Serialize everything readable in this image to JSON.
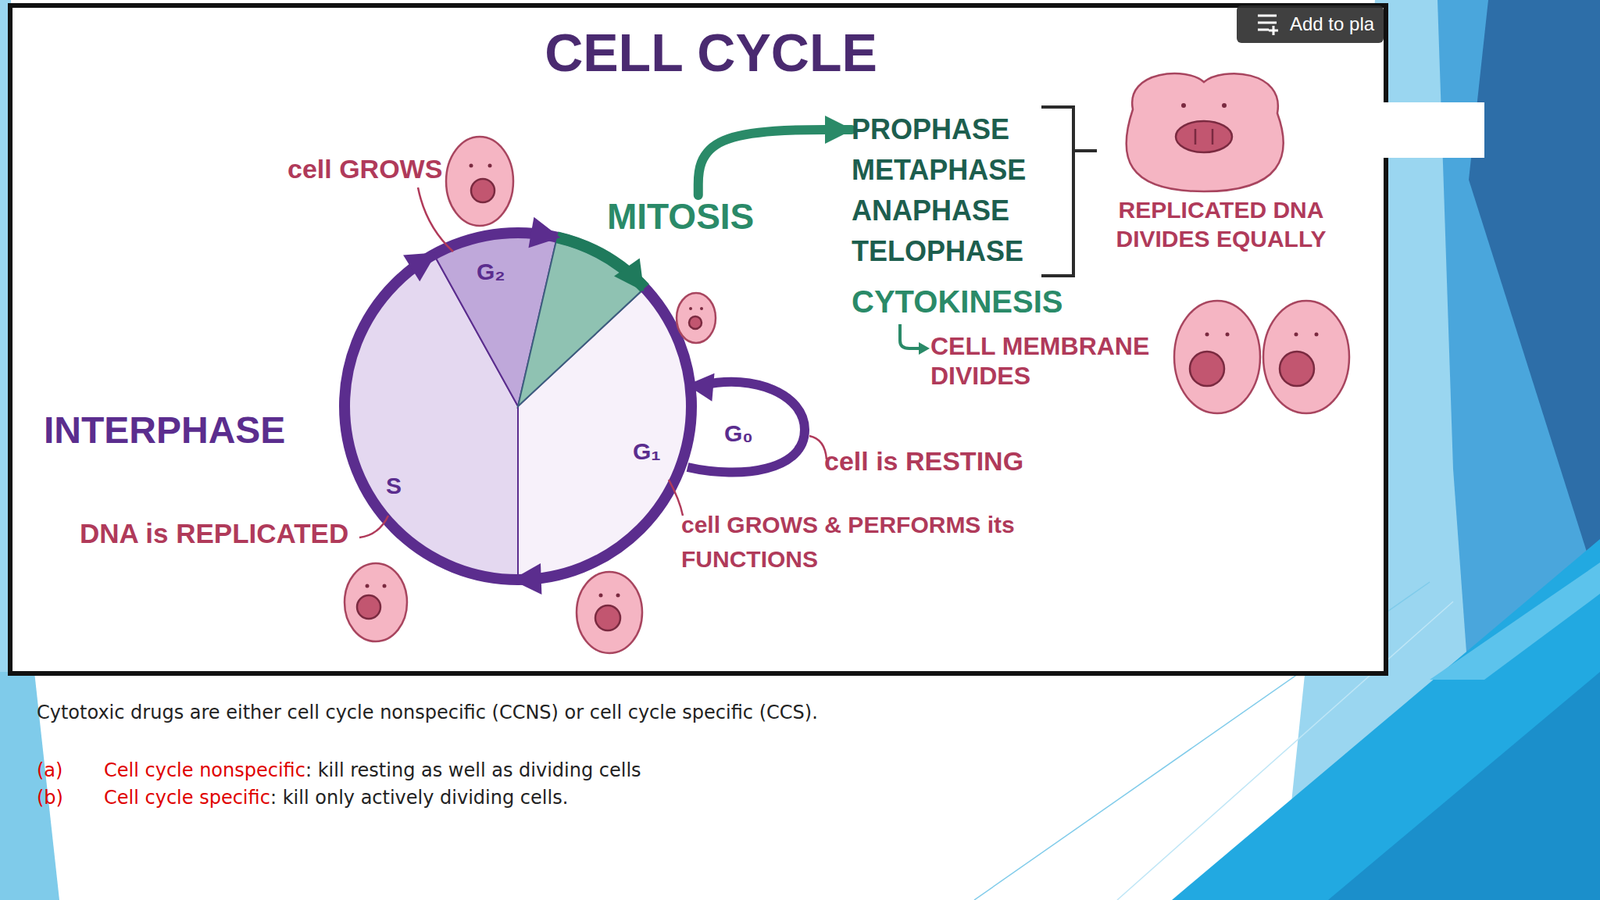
{
  "diagram": {
    "title": "CELL CYCLE",
    "nodes": [
      {
        "text": [
          "MITOSIS"
        ]
      },
      {
        "text": [
          "PROPHASE METAPHASE ANAPHASE TELOPHASE"
        ]
      }
    ],
    "edges": [
      {
        "from": 0,
        "to": 1,
        "arrow": "to"
      }
    ],
    "labels": [
      "Add to pla",
      "cell GROWS",
      "G₂",
      "CYTOKINESIS",
      "CELL MEMBRANE DIVIDES",
      "REPLICATED DNA DIVIDES EQUALLY",
      "INTERPHASE",
      "S",
      "DNA is REPLICATED",
      "G₁",
      "G₀",
      "cell is RESTING",
      "cell GROWS & PERFORMS its FUNCTIONS",
      "Cytotoxic drugs are either cell cycle nonspecific (CCNS) or cell cycle specific (CCS).",
      "(a)",
      "Cell cycle nonspecific",
      ": kill resting as well as dividing cells",
      "(b)",
      "Cell cycle specific",
      ": kill only actively dividing cells."
    ]
  }
}
